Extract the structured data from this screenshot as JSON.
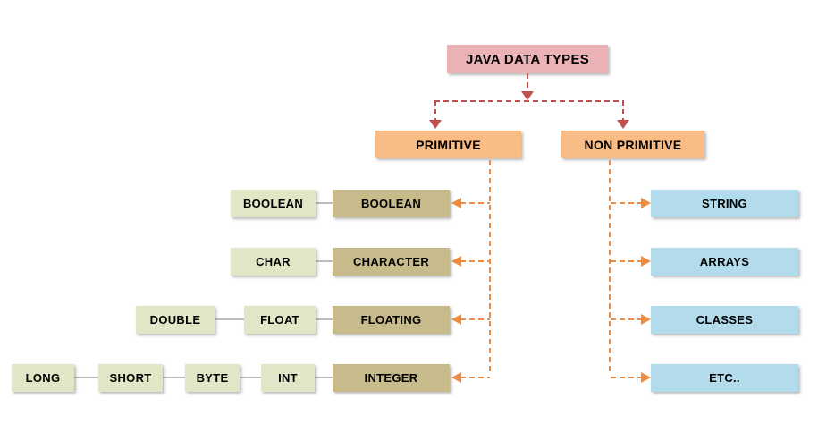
{
  "title": "JAVA DATA TYPES",
  "branches": {
    "primitive": "PRIMITIVE",
    "non_primitive": "NON PRIMITIVE"
  },
  "primitive_rows": [
    {
      "type": "BOOLEAN",
      "aliases": [
        "BOOLEAN"
      ]
    },
    {
      "type": "CHARACTER",
      "aliases": [
        "CHAR"
      ]
    },
    {
      "type": "FLOATING",
      "aliases": [
        "DOUBLE",
        "FLOAT"
      ]
    },
    {
      "type": "INTEGER",
      "aliases": [
        "LONG",
        "SHORT",
        "BYTE",
        "INT"
      ]
    }
  ],
  "non_primitive_items": [
    "STRING",
    "ARRAYS",
    "CLASSES",
    "ETC.."
  ],
  "colors": {
    "root_bg": "#eab2b5",
    "branch_bg": "#f9bc84",
    "type_bg": "#c7ba8b",
    "alias_bg": "#dfe7c7",
    "nonprim_bg": "#b2dcec",
    "red_connector": "#c0504d",
    "orange_connector": "#ee8b41",
    "gray_connector": "#bdbdbd"
  }
}
